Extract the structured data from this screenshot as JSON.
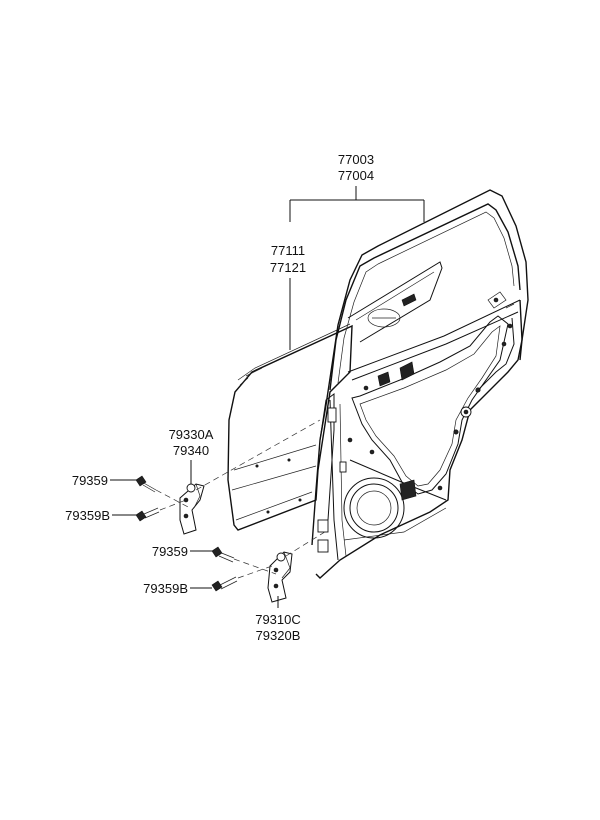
{
  "labels": {
    "door_assy_1": "77003",
    "door_assy_2": "77004",
    "outer_panel_1": "77111",
    "outer_panel_2": "77121",
    "upper_hinge_1": "79330A",
    "upper_hinge_2": "79340",
    "lower_hinge_1": "79310C",
    "lower_hinge_2": "79320B",
    "bolt_upper_a": "79359",
    "bolt_upper_b": "79359B",
    "bolt_lower_a": "79359",
    "bolt_lower_b": "79359B"
  }
}
